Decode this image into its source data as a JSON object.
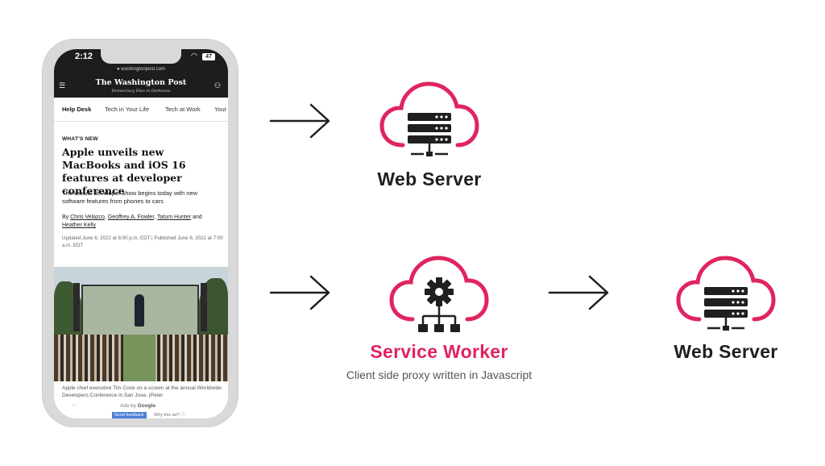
{
  "phone": {
    "status_time": "2:12",
    "battery": "47",
    "url": "washingtonpost.com",
    "brand": "The Washington Post",
    "motto": "Democracy Dies in Darkness",
    "nav_tabs": [
      "Help Desk",
      "Tech in Your Life",
      "Tech at Work",
      "Your"
    ],
    "kicker": "WHAT'S NEW",
    "headline": "Apple unveils new MacBooks and iOS 16 features at developer conference",
    "subhead": "The annual developer show begins today with new software features from phones to cars",
    "byline": {
      "prefix": "By ",
      "author1": "Chris Velazco",
      "author2": "Geoffrey A. Fowler",
      "author3": "Tatum Hunter",
      "and": " and ",
      "author4": "Heather Kelly"
    },
    "dateline": "Updated June 6, 2022 at 6:00 p.m. EDT  |  Published June 6, 2022 at 7:00 a.m. EDT",
    "caption": "Apple chief executive Tim Cook on a screen at the annual Worldwide Developers Conference in San Jose. (Peter",
    "ads_prefix": "Ads by ",
    "ads_brand": "Google",
    "feedback_label": "Send feedback",
    "why_ad_label": "Why this ad? ⓘ"
  },
  "diagram": {
    "top_node_label": "Web Server",
    "sw_label": "Service Worker",
    "sw_description": "Client side proxy written in Javascript",
    "right_node_label": "Web Server",
    "accent_color": "#e0245e",
    "dark_color": "#1f1f1f",
    "icons": [
      "cloud-server-icon",
      "cloud-gear-icon",
      "cloud-server-icon"
    ]
  }
}
